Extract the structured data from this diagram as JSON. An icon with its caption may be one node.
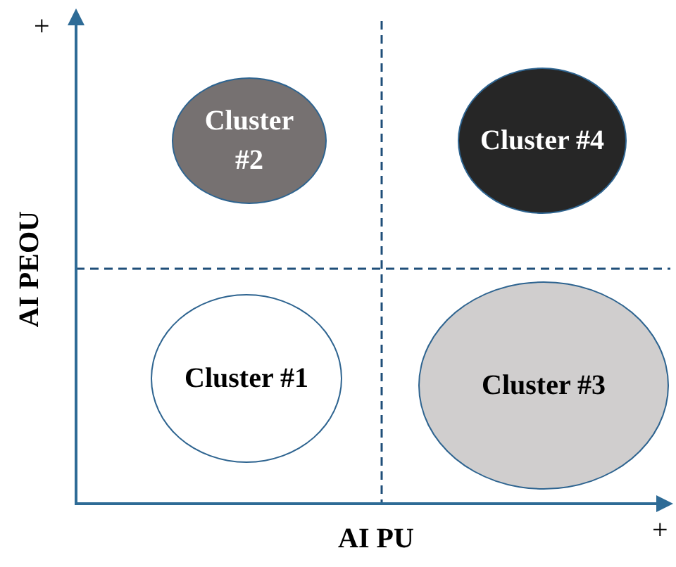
{
  "diagram": {
    "nodes": [
      {
        "text": [
          "Cluster #2"
        ]
      },
      {
        "text": [
          "Cluster #4"
        ]
      },
      {
        "text": [
          "Cluster #1"
        ]
      },
      {
        "text": [
          "Cluster #3"
        ]
      }
    ],
    "labels": [
      "+",
      "AI PEOU",
      "AI PU",
      "+"
    ]
  }
}
